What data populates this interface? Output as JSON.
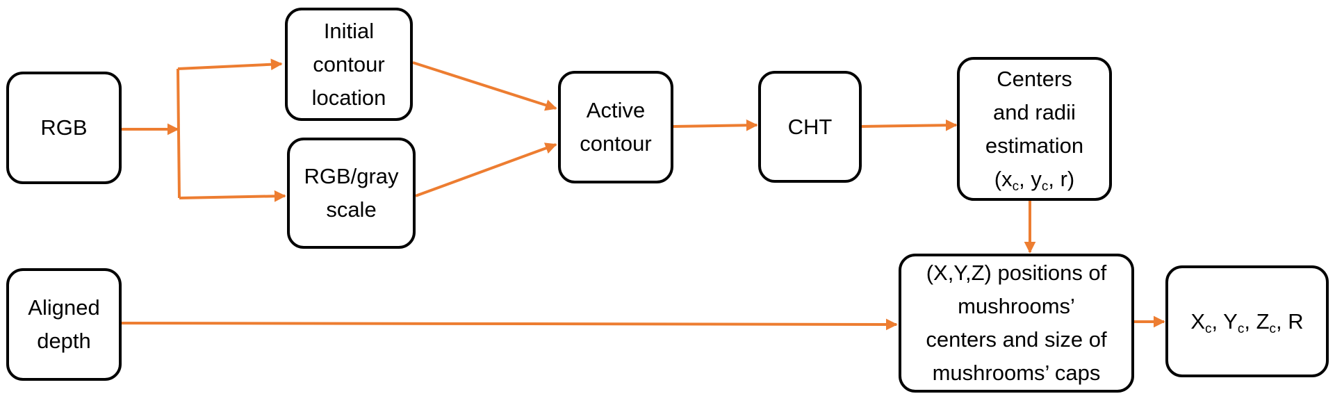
{
  "accent_color": "#ED7D31",
  "nodes": {
    "rgb": {
      "lines": [
        "RGB"
      ]
    },
    "initial_contour": {
      "lines": [
        "Initial",
        "contour",
        "location"
      ]
    },
    "rgb_gray": {
      "lines": [
        "RGB/gray",
        "scale"
      ]
    },
    "active_contour": {
      "lines": [
        "Active",
        "contour"
      ]
    },
    "cht": {
      "lines": [
        "CHT"
      ]
    },
    "centers_radii": {
      "lines": [
        "Centers",
        "and radii",
        "estimation"
      ],
      "formula": {
        "open": "(x",
        "sub1": "c",
        "mid": ", y",
        "sub2": "c",
        "close": ", r)"
      }
    },
    "aligned_depth": {
      "lines": [
        "Aligned",
        "depth"
      ]
    },
    "positions": {
      "lines": [
        "(X,Y,Z) positions of",
        "mushrooms’",
        "centers and size of",
        "mushrooms’ caps"
      ]
    },
    "output": {
      "formula": {
        "x": "X",
        "xs": "c",
        "y": ", Y",
        "ys": "c",
        "z": ", Z",
        "zs": "c",
        "r": ", R"
      }
    }
  }
}
